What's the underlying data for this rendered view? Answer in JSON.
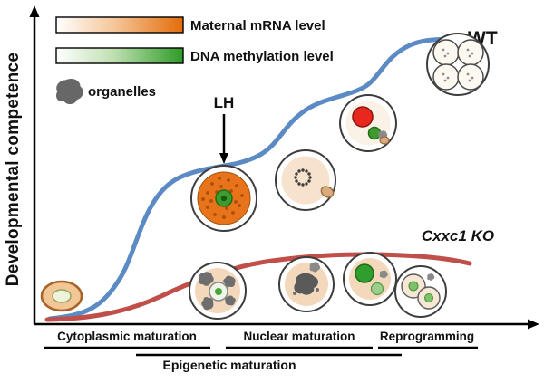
{
  "figure": {
    "y_axis_label": "Developmental competence",
    "legend": {
      "items": [
        {
          "swatch": "maternal-mrna-gradient-bar",
          "label": "Maternal mRNA level"
        },
        {
          "swatch": "dna-methylation-gradient-bar",
          "label": "DNA methylation level"
        },
        {
          "swatch": "organelle-blob",
          "label": "organelles"
        }
      ]
    },
    "annotations": {
      "lh": "LH",
      "wt": "WT",
      "ko": "Cxxc1 KO"
    },
    "stages": {
      "cytoplasmic": "Cytoplasmic maturation",
      "nuclear": "Nuclear maturation",
      "reprogramming": "Reprogramming",
      "epigenetic": "Epigenetic maturation"
    },
    "colors": {
      "wt_curve": "#5b8ac5",
      "ko_curve": "#bf4f48",
      "mrna_orange": "#e36c09",
      "methylation_green": "#2e9b27",
      "organelle_gray": "#676767"
    }
  }
}
